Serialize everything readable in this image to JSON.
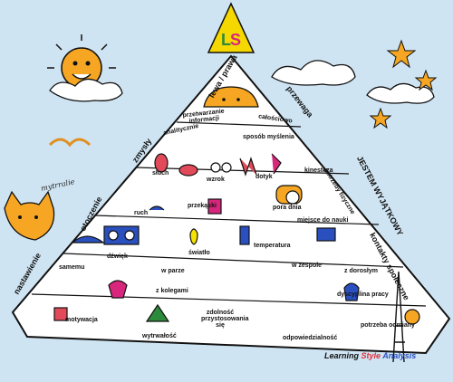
{
  "logo": {
    "text": "LS"
  },
  "colors": {
    "sky": "#cfe4f2",
    "pyramid": "#ffffff",
    "outline": "#111111",
    "sun": "#f6a623",
    "logo_bg": "#f5d800",
    "logo_l": "#2c8a3c",
    "logo_s": "#d8267c"
  },
  "labels": {
    "lewa_prawa": "lewa / prawa",
    "przewaga": "przewaga",
    "przetwarzanie": "przetwarzanie informacji",
    "analitycznie": "analitycznie",
    "calosciowo": "całościowo",
    "sposob_myslenia": "sposób myślenia",
    "zmysly": "zmysły",
    "sluch": "słuch",
    "wzrok": "wzrok",
    "dotyk": "dotyk",
    "kinestezja": "kinesteza",
    "potrzeby_fizyczne": "potrzeby fizyczne",
    "jestem": "JESTEM WYJĄTKOWY",
    "otoczenie": "otoczenie",
    "ruch": "ruch",
    "przekaski": "przekąski",
    "pora_dnia": "pora dnia",
    "miejsce": "miejsce do nauki",
    "dzwiek": "dźwięk",
    "swiatlo": "światło",
    "temperatura": "temperatura",
    "kontakty": "kontakty społeczne",
    "nastawienie": "nastawienie",
    "samemu": "samemu",
    "w_parze": "w parze",
    "z_kolegami": "z kolegami",
    "w_zespole": "w zespole",
    "z_doroslym": "z dorosłym",
    "dyscyplina": "dyscyplina pracy",
    "potrzeba_odmiany": "potrzeba odmiany",
    "motywacja": "motywacja",
    "wytrwalosc": "wytrwałość",
    "zdolnosc": "zdolność przystosowania się",
    "odpowiedzialnosc": "odpowiedzialność"
  },
  "credit": {
    "learning": "Learning",
    "style": "Style",
    "analysis": "Analysis"
  },
  "signature": "mytrralie"
}
